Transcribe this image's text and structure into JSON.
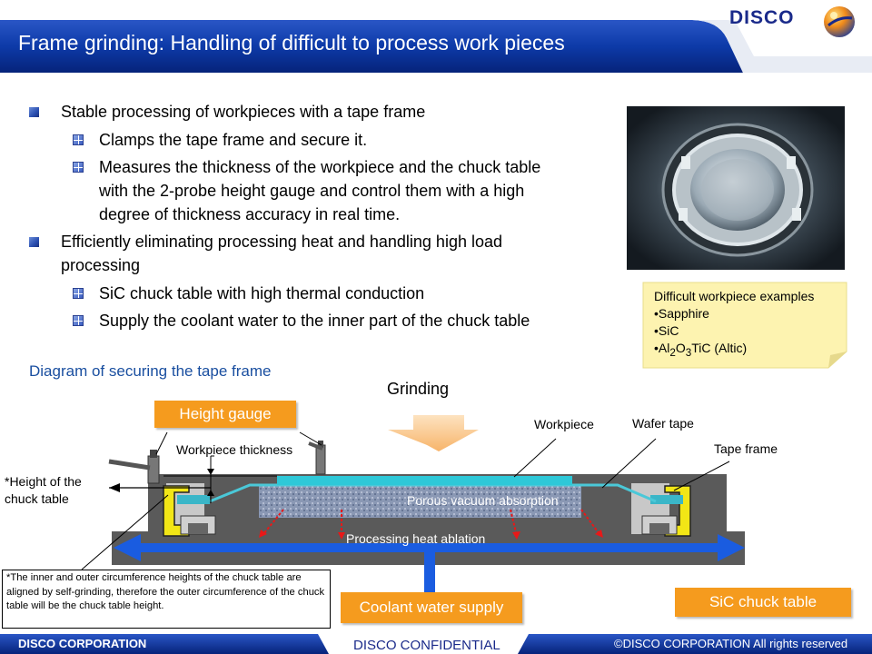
{
  "header": {
    "title": "Frame grinding: Handling of difficult to process work pieces",
    "logo": "DISCO"
  },
  "bullets": [
    {
      "text": "Stable processing of workpieces with a tape frame"
    },
    {
      "text": "Clamps the tape frame and secure it."
    },
    {
      "lines": [
        "Measures the thickness of the workpiece and the chuck table",
        "with the 2-probe height gauge and control them with a high",
        "degree of thickness accuracy in real time."
      ]
    },
    {
      "lines": [
        "Efficiently eliminating processing heat and handling high load",
        "processing"
      ]
    },
    {
      "text": "SiC chuck table with high thermal conduction"
    },
    {
      "text": "Supply the coolant water to the inner part of the chuck table"
    }
  ],
  "note": {
    "title": "Difficult workpiece examples",
    "items": [
      "Sapphire",
      "SiC"
    ],
    "altic": {
      "a": "Al",
      "s1": "2",
      "b": "O",
      "s2": "3",
      "c": "TiC (Altic)"
    }
  },
  "diagram": {
    "title": "Diagram of securing the tape frame",
    "grinding": "Grinding",
    "height_gauge": "Height gauge",
    "workpiece_thickness": "Workpiece thickness",
    "workpiece": "Workpiece",
    "wafer_tape": "Wafer tape",
    "tape_frame": "Tape frame",
    "chuck_height": [
      "*Height of the",
      "chuck table"
    ],
    "porous": "Porous vacuum absorption",
    "heat": "Processing heat ablation",
    "coolant": "Coolant water supply",
    "sic_table": "SiC chuck table",
    "footnote": "*The inner and outer circumference heights of the chuck table are aligned by self-grinding, therefore the outer circumference of the chuck table will be the chuck table height."
  },
  "footer": {
    "left": "DISCO CORPORATION",
    "center": "DISCO CONFIDENTIAL",
    "right": "©DISCO CORPORATION   All rights reserved"
  },
  "colors": {
    "title_bar": "#0a2f8c",
    "accent_orange": "#f59b1e",
    "note_yellow": "#fdf3b0",
    "diagram_blue": "#1a4fa0"
  }
}
